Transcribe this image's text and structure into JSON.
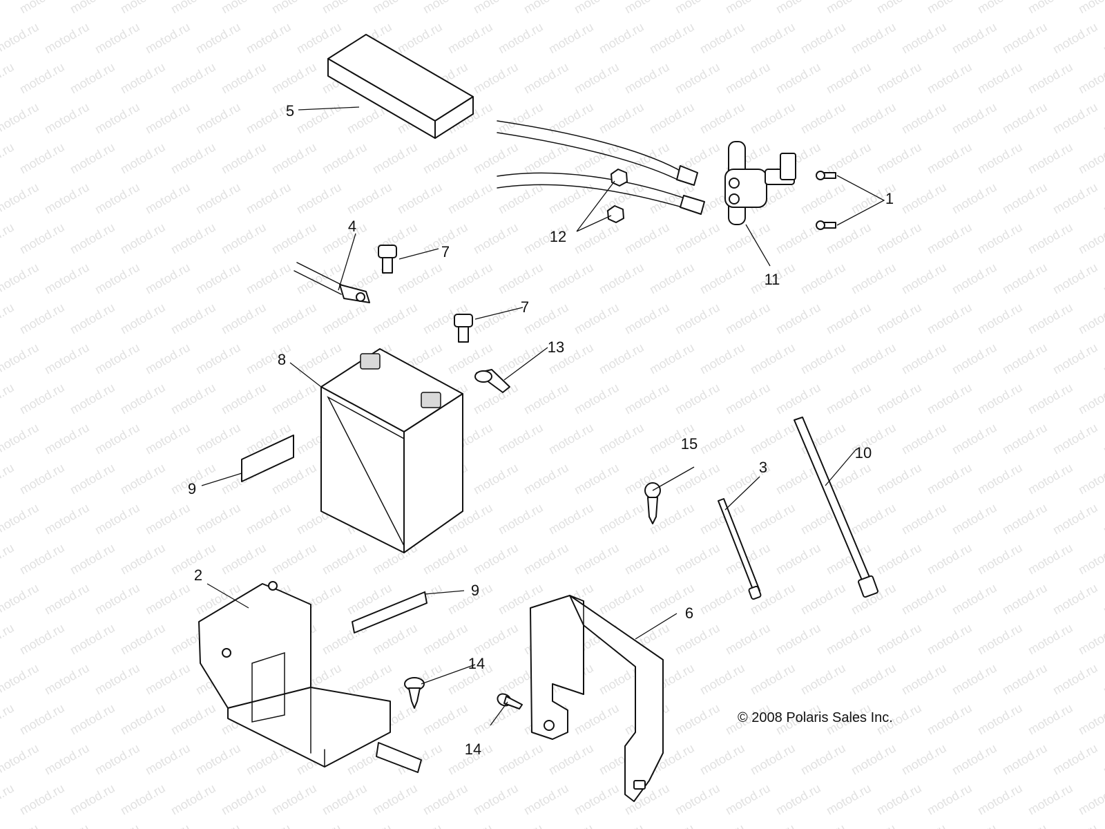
{
  "watermark": "motod.ru",
  "copyright": "© 2008 Polaris Sales Inc.",
  "callouts": {
    "c1": "1",
    "c2": "2",
    "c3": "3",
    "c4": "4",
    "c5": "5",
    "c6": "6",
    "c7a": "7",
    "c7b": "7",
    "c8": "8",
    "c9a": "9",
    "c9b": "9",
    "c10": "10",
    "c11": "11",
    "c12": "12",
    "c13": "13",
    "c14a": "14",
    "c14b": "14",
    "c15": "15"
  }
}
